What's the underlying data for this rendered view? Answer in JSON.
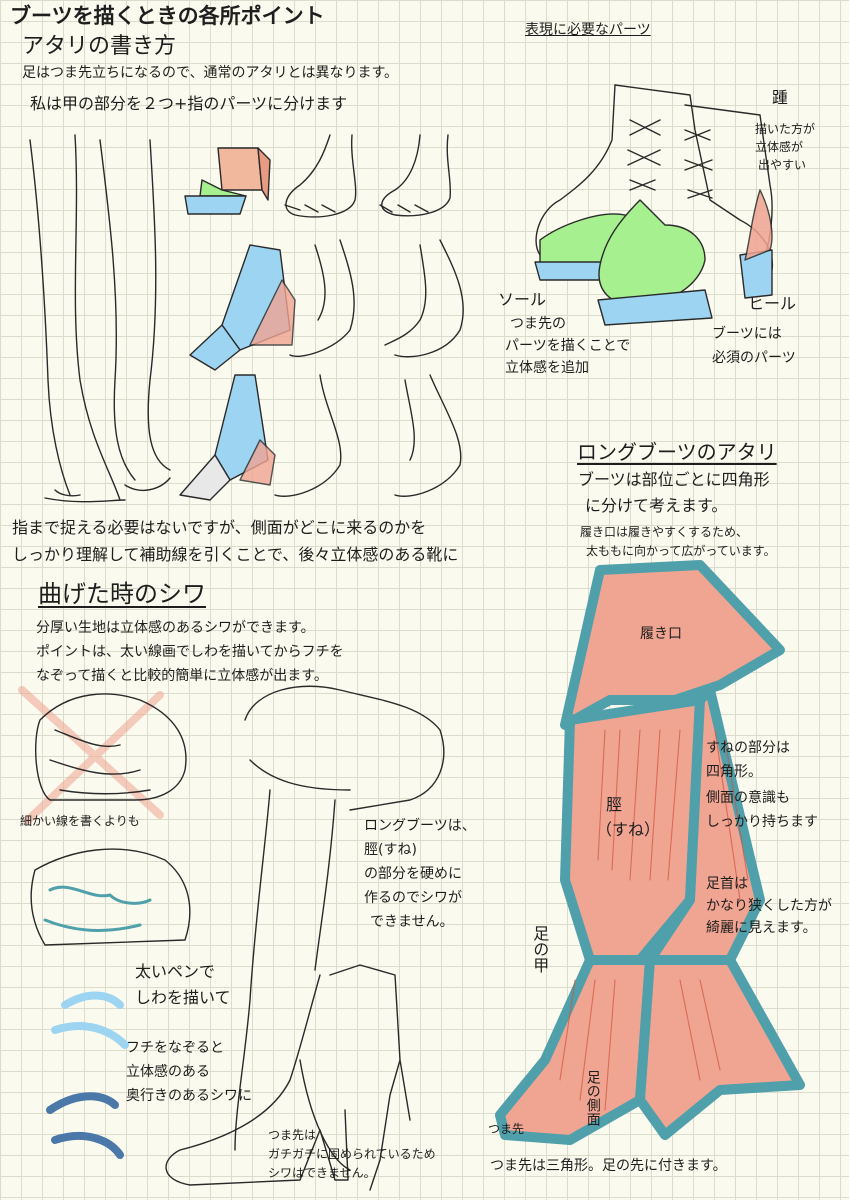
{
  "page": {
    "title": "ブーツを描くときの各所ポイント",
    "colors": {
      "background": "#fbfaee",
      "grid": "#dcdccd",
      "green": "#a6f08f",
      "blue": "#9cd4f2",
      "salmon": "#f0a492",
      "teal": "#4fa0aa",
      "ink": "#1e1e1e"
    }
  },
  "atari": {
    "heading": "アタリの書き方",
    "note1": "足はつま先立ちになるので、通常のアタリとは異なります。",
    "note2": "私は甲の部分を２つ+指のパーツに分けます",
    "bottom1": "指まで捉える必要はないですが、側面がどこに来るのかを",
    "bottom2": "しっかり理解して補助線を引くことで、後々立体感のある靴に"
  },
  "parts": {
    "heading": "表現に必要なパーツ",
    "heel_top": "踵",
    "heel_note1": "描いた方が",
    "heel_note2": "立体感が",
    "heel_note3": "出やすい",
    "sole": "ソール",
    "sole_note1": "つま先の",
    "sole_note2": "パーツを描くことで",
    "sole_note3": "立体感を追加",
    "heel": "ヒール",
    "heel_req1": "ブーツには",
    "heel_req2": "必須のパーツ"
  },
  "long_boots": {
    "heading": "ロングブーツのアタリ",
    "line1": "ブーツは部位ごとに四角形",
    "line2": "に分けて考えます。",
    "note1": "履き口は履きやすくするため、",
    "note2": "太ももに向かって広がっています。",
    "opening": "履き口",
    "shin1": "脛",
    "shin2": "（すね）",
    "shin_note1": "すねの部分は",
    "shin_note2": "四角形。",
    "shin_note3": "側面の意識も",
    "shin_note4": "しっかり持ちます",
    "ankle1": "足首は",
    "ankle2": "かなり狭くした方が",
    "ankle3": "綺麗に見えます。",
    "instep": "足の甲",
    "side": "足の側面",
    "toe": "つま先",
    "toe_note": "つま先は三角形。足の先に付きます。"
  },
  "wrinkles": {
    "heading": "曲げた時のシワ",
    "line1": "分厚い生地は立体感のあるシワができます。",
    "line2": "ポイントは、太い線画でしわを描いてからフチを",
    "line3": "なぞって描くと比較的簡単に立体感が出ます。",
    "fine": "細かい線を書くよりも",
    "pen1": "太いペンで",
    "pen2": "しわを描いて",
    "edge1": "フチをなぞると",
    "edge2": "立体感のある",
    "edge3": "奥行きのあるシワに",
    "long1": "ロングブーツは、",
    "long2": "脛(すね)",
    "long3": "の部分を硬めに",
    "long4": "作るのでシワが",
    "long5": "できません。",
    "toe1": "つま先は",
    "toe2": "ガチガチに固められているため",
    "toe3": "シワはできません。"
  }
}
